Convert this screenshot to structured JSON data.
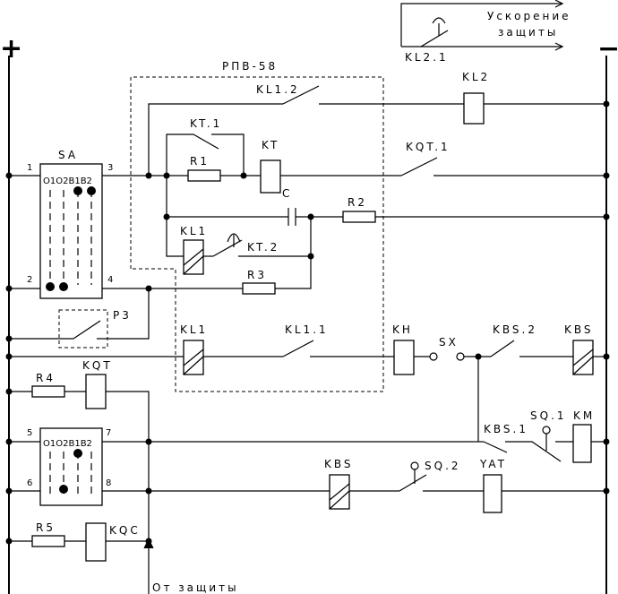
{
  "polarity": {
    "plus": "+",
    "minus": "−"
  },
  "frame_label": "РПВ-58",
  "accel": {
    "line1": "Ускорение",
    "line2": "защиты",
    "contact": "KL2.1"
  },
  "switch_sa": {
    "name": "SA",
    "header": "O1O2B1B2",
    "terminals": [
      "1",
      "3",
      "2",
      "4"
    ]
  },
  "switch_lower": {
    "header": "O1O2B1B2",
    "terminals": [
      "5",
      "7",
      "6",
      "8"
    ]
  },
  "labels": {
    "KL1_2": "KL1.2",
    "KL2": "KL2",
    "KT_1": "KT.1",
    "KT": "KT",
    "KQT_1": "KQT.1",
    "R1": "R1",
    "C": "C",
    "R2": "R2",
    "KL1_top": "KL1",
    "KT_2": "KT.2",
    "R3": "R3",
    "P3": "P3",
    "KL1_mid": "KL1",
    "KL1_1": "KL1.1",
    "KH": "KH",
    "SX": "SX",
    "KBS_2": "KBS.2",
    "KBS_right": "KBS",
    "R4": "R4",
    "KQT": "KQT",
    "KBS_1": "KBS.1",
    "SQ_1": "SQ.1",
    "KM": "KM",
    "KBS_low": "KBS",
    "SQ_2": "SQ.2",
    "YAT": "YAT",
    "R5": "R5",
    "KQC": "KQC"
  },
  "footer": "От защиты"
}
